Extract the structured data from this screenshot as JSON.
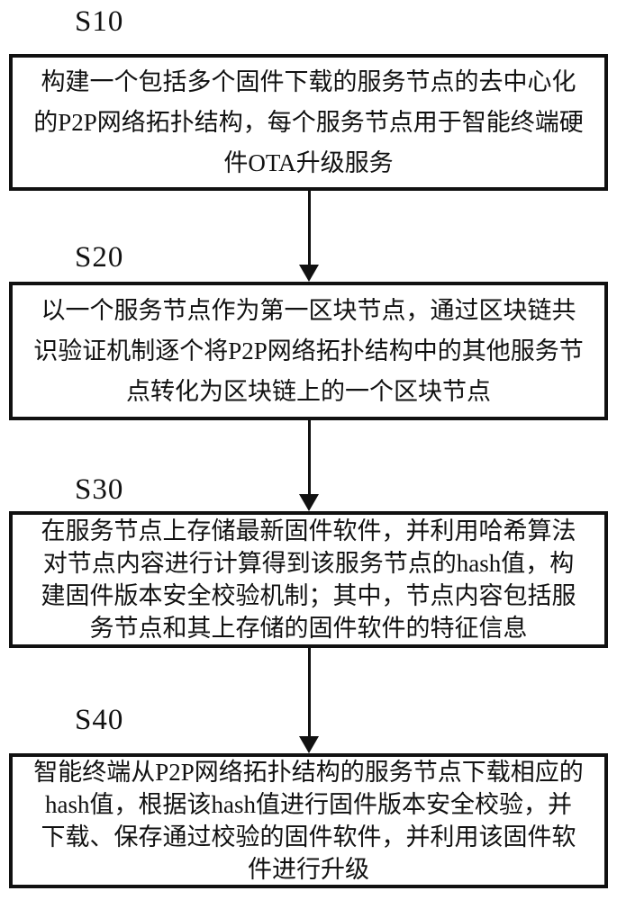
{
  "figure": {
    "background_color": "#ffffff",
    "line_color": "#111111",
    "type": "flowchart",
    "direction": "top-down"
  },
  "steps": [
    {
      "label": "S10",
      "text": "构建一个包括多个固件下载的服务节点的去中心化\n的P2P网络拓扑结构，每个服务节点用于智能终端硬\n件OTA升级服务"
    },
    {
      "label": "S20",
      "text": "以一个服务节点作为第一区块节点，通过区块链共\n识验证机制逐个将P2P网络拓扑结构中的其他服务节\n点转化为区块链上的一个区块节点"
    },
    {
      "label": "S30",
      "text": "在服务节点上存储最新固件软件，并利用哈希算法\n对节点内容进行计算得到该服务节点的hash值，构\n建固件版本安全校验机制；其中，节点内容包括服\n务节点和其上存储的固件软件的特征信息"
    },
    {
      "label": "S40",
      "text": "智能终端从P2P网络拓扑结构的服务节点下载相应的\nhash值，根据该hash值进行固件版本安全校验，并\n下载、保存通过校验的固件软件，并利用该固件软\n件进行升级"
    }
  ]
}
